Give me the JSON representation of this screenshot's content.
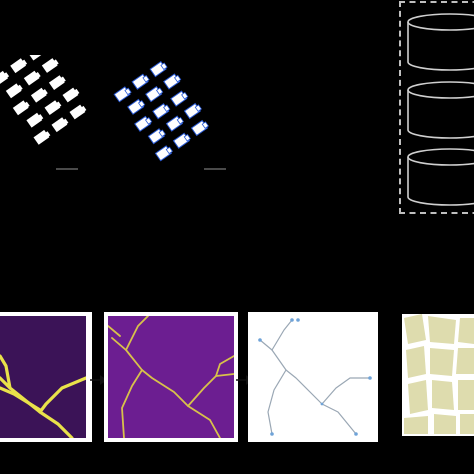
{
  "canvas": {
    "background": "#000000"
  },
  "colors": {
    "building_fill": "#ffffff",
    "building_outline": "#2a5bd6",
    "scale_bar": "#777777",
    "database_stroke": "#cfcfcf",
    "dashed_box": "#bfbfbf",
    "mask_dark": "#3b1357",
    "mask_bright": "#6c1e91",
    "road_yellow": "#e9e24a",
    "road_thin": "#d8c24a",
    "graph_edge": "#9aa7b4",
    "graph_node": "#6fa3d8",
    "block_fill": "#dedcae",
    "arrow": "#111111"
  },
  "icons": {
    "database": "database-cylinders-icon",
    "arrow": "right-arrow-icon"
  },
  "diagram": {
    "top_row": [
      "building-footprints",
      "building-footprints-outlined",
      "database-stack"
    ],
    "bottom_row": [
      "road-mask-binary",
      "road-mask-skeleton",
      "road-graph",
      "city-blocks"
    ],
    "flow": "left-to-right"
  }
}
